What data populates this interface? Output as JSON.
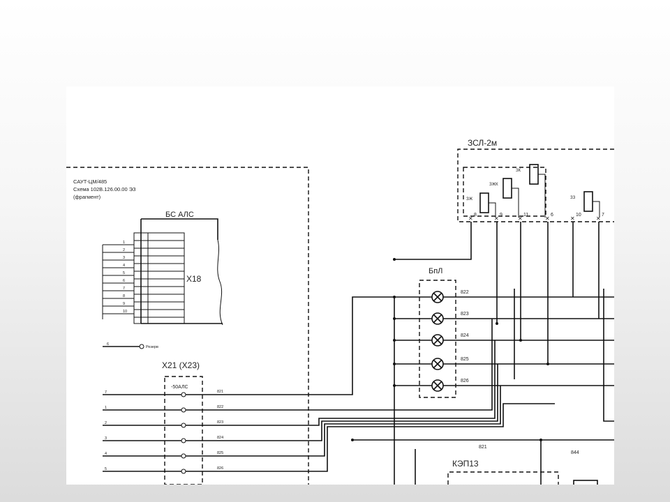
{
  "diagram": {
    "top_right_block_label": "ЗСЛ-2м",
    "left_block_caption": [
      "САУТ-ЦМ/485",
      "Схема 102В.126.00.00 ЭЗ",
      "(фрагмент)"
    ],
    "connector_block_label": "БС АЛС",
    "connector_name": "Х18",
    "x21_label": "Х21 (Х23)",
    "lamp_block_label": "БпЛ",
    "bottom_block_label": "КЭП13",
    "lamp_wires": [
      "822",
      "823",
      "824",
      "825",
      "826"
    ],
    "relay_labels": [
      "ЗК",
      "ЗЖК",
      "ЗЖ",
      "ЗЗ"
    ],
    "zsl_terminals": [
      "8",
      "9",
      "11",
      "6",
      "10",
      "7"
    ],
    "x18_row_numbers": [
      "1",
      "2",
      "3",
      "4",
      "5",
      "6",
      "7",
      "8",
      "9",
      "10"
    ],
    "x21_minus50_label": "-50АЛС",
    "x21_row_numbers": [
      "7",
      "1",
      "2",
      "3",
      "4",
      "5"
    ],
    "x21_wire_numbers": [
      "821",
      "822",
      "823",
      "824",
      "825",
      "826"
    ],
    "wire_821": "821",
    "wire_844": "844",
    "misc_label_left": "Резерв"
  }
}
